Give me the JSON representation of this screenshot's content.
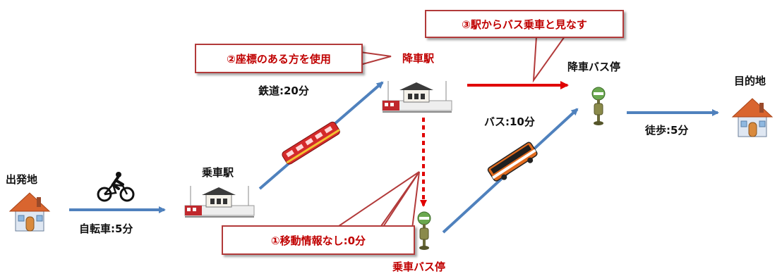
{
  "places": {
    "origin": "出発地",
    "boarding_station": "乗車駅",
    "alighting_station": "降車駅",
    "alighting_bus_stop": "降車バス停",
    "boarding_bus_stop": "乗車バス停",
    "destination": "目的地"
  },
  "legs": {
    "bicycle": "自転車:5分",
    "rail": "鉄道:20分",
    "bus": "バス:10分",
    "walk": "徒歩:5分"
  },
  "callouts": {
    "note_coordinates": "②座標のある方を使用",
    "note_station_bus": "③駅からバス乗車と見なす",
    "note_no_movement": "①移動情報なし:0分"
  },
  "icons": {
    "house": "house-icon",
    "bicycle": "cyclist-icon",
    "station": "station-building-icon",
    "train": "train-icon",
    "bus": "bus-icon",
    "bus_stop": "bus-stop-pole-icon"
  },
  "colors": {
    "flow_arrow": "#4f81bd",
    "highlight_arrow": "#e00000",
    "callout_border": "#b23a3a",
    "callout_text": "#c00000"
  }
}
